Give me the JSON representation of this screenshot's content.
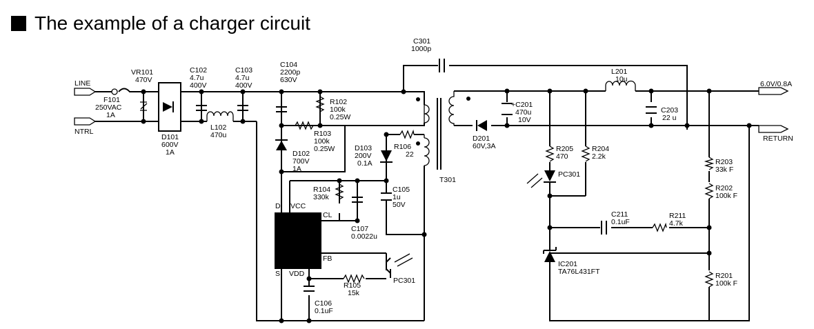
{
  "title": "The example of a charger circuit",
  "colors": {
    "ink": "#000000",
    "background": "#ffffff"
  },
  "labels": {
    "line": "LINE",
    "ntrl": "NTRL",
    "f101": "F101",
    "f101_v": "250VAC",
    "f101_a": "1A",
    "vr101": "VR101",
    "vr101_v": "470V",
    "d101": "D101",
    "d101_v": "600V",
    "d101_a": "1A",
    "c102": "C102",
    "c102_c": "4.7u",
    "c102_v": "400V",
    "c103": "C103",
    "c103_c": "4.7u",
    "c103_v": "400V",
    "l102": "L102",
    "l102_v": "470u",
    "c104": "C104",
    "c104_c": "2200p",
    "c104_v": "630V",
    "r102": "R102",
    "r102_r": "100k",
    "r102_p": "0.25W",
    "r103": "R103",
    "r103_r": "100k",
    "r103_p": "0.25W",
    "d102": "D102",
    "d102_v": "700V",
    "d102_a": "1A",
    "d103": "D103",
    "d103_v": "200V",
    "d103_a": "0.1A",
    "r106": "R106",
    "r106_r": "22",
    "r104": "R104",
    "r104_r": "330k",
    "c105": "C105",
    "c105_c": "1u",
    "c105_v": "50V",
    "c107": "C107",
    "c107_c": "0.0022u",
    "pin_d": "D",
    "pin_vcc": "VCC",
    "pin_cl": "CL",
    "pin_fb": "FB",
    "pin_s": "S",
    "pin_vdd": "VDD",
    "r105": "R105",
    "r105_r": "15k",
    "pc301_l": "PC301",
    "c106": "C106",
    "c106_c": "0.1uF",
    "c301": "C301",
    "c301_c": "1000p",
    "t301": "T301",
    "c201": "+C201",
    "c201_c": "470u",
    "c201_v": "10V",
    "d201": "D201",
    "d201_v": "60V,3A",
    "l201": "L201",
    "l201_v": "10u",
    "c203": "C203",
    "c203_c": "22 u",
    "out": "6.0V/0.8A",
    "ret": "RETURN",
    "r205": "R205",
    "r205_r": "470",
    "r204": "R204",
    "r204_r": "2.2k",
    "pc301_r": "PC301",
    "r203": "R203",
    "r203_r": "33k F",
    "r202": "R202",
    "r202_r": "100k F",
    "c211": "C211",
    "c211_c": "0.1uF",
    "r211": "R211",
    "r211_r": "4.7k",
    "ic201": "IC201",
    "ic201_v": "TA76L431FT",
    "r201": "R201",
    "r201_r": "100k F"
  }
}
